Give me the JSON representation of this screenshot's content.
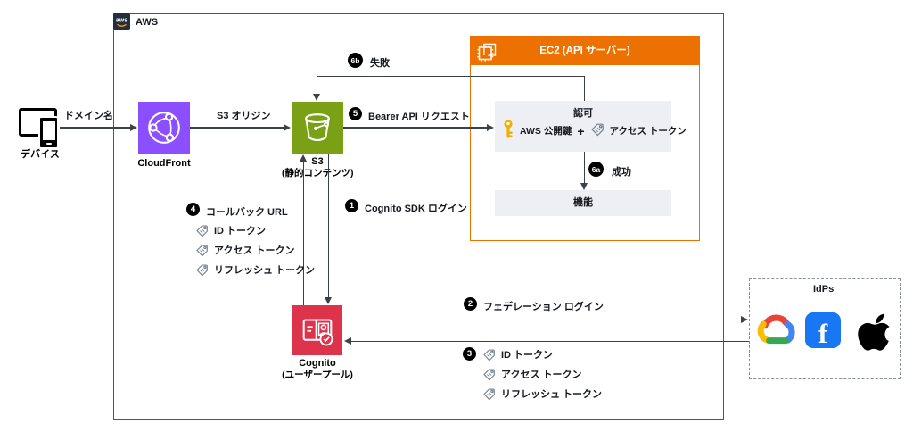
{
  "aws_group": {
    "logo_text": "aws",
    "label": "AWS"
  },
  "device": {
    "label": "デバイス"
  },
  "nodes": {
    "cloudfront": {
      "label": "CloudFront"
    },
    "s3": {
      "label": "S3",
      "sublabel": "(静的コンテンツ)"
    },
    "cognito": {
      "label": "Cognito",
      "sublabel": "(ユーザープール)"
    },
    "ec2": {
      "title": "EC2 (API サーバー)"
    },
    "auth_box": {
      "title": "認可",
      "key_label": "AWS 公開鍵",
      "plus": "+",
      "token_label": "アクセス トークン"
    },
    "function_box": {
      "label": "機能"
    },
    "idps": {
      "title": "IdPs",
      "facebook_letter": "f",
      "providers": [
        "google-cloud",
        "facebook",
        "apple"
      ]
    }
  },
  "edges": {
    "domain": {
      "label": "ドメイン名"
    },
    "s3_origin": {
      "label": "S3 オリジン"
    },
    "step1": {
      "badge": "1",
      "label": "Cognito SDK ログイン"
    },
    "step2": {
      "badge": "2",
      "label": "フェデレーション ログイン"
    },
    "step3": {
      "badge": "3",
      "tokens": [
        "ID トークン",
        "アクセス トークン",
        "リフレッシュ トークン"
      ]
    },
    "step4": {
      "badge": "4",
      "label": "コールバック URL",
      "tokens": [
        "ID トークン",
        "アクセス トークン",
        "リフレッシュ トークン"
      ]
    },
    "step5": {
      "badge": "5",
      "label": "Bearer API リクエスト"
    },
    "step6a": {
      "badge": "6a",
      "label": "成功"
    },
    "step6b": {
      "badge": "6b",
      "label": "失敗"
    }
  },
  "colors": {
    "cloudfront": "#8C4FFF",
    "s3": "#7AA116",
    "cognito": "#DD344C",
    "ec2": "#ED7100",
    "aws_dark": "#232F3E",
    "gray_box": "#EDEFF5",
    "key": "#F1B000",
    "facebook": "#1877F2"
  }
}
